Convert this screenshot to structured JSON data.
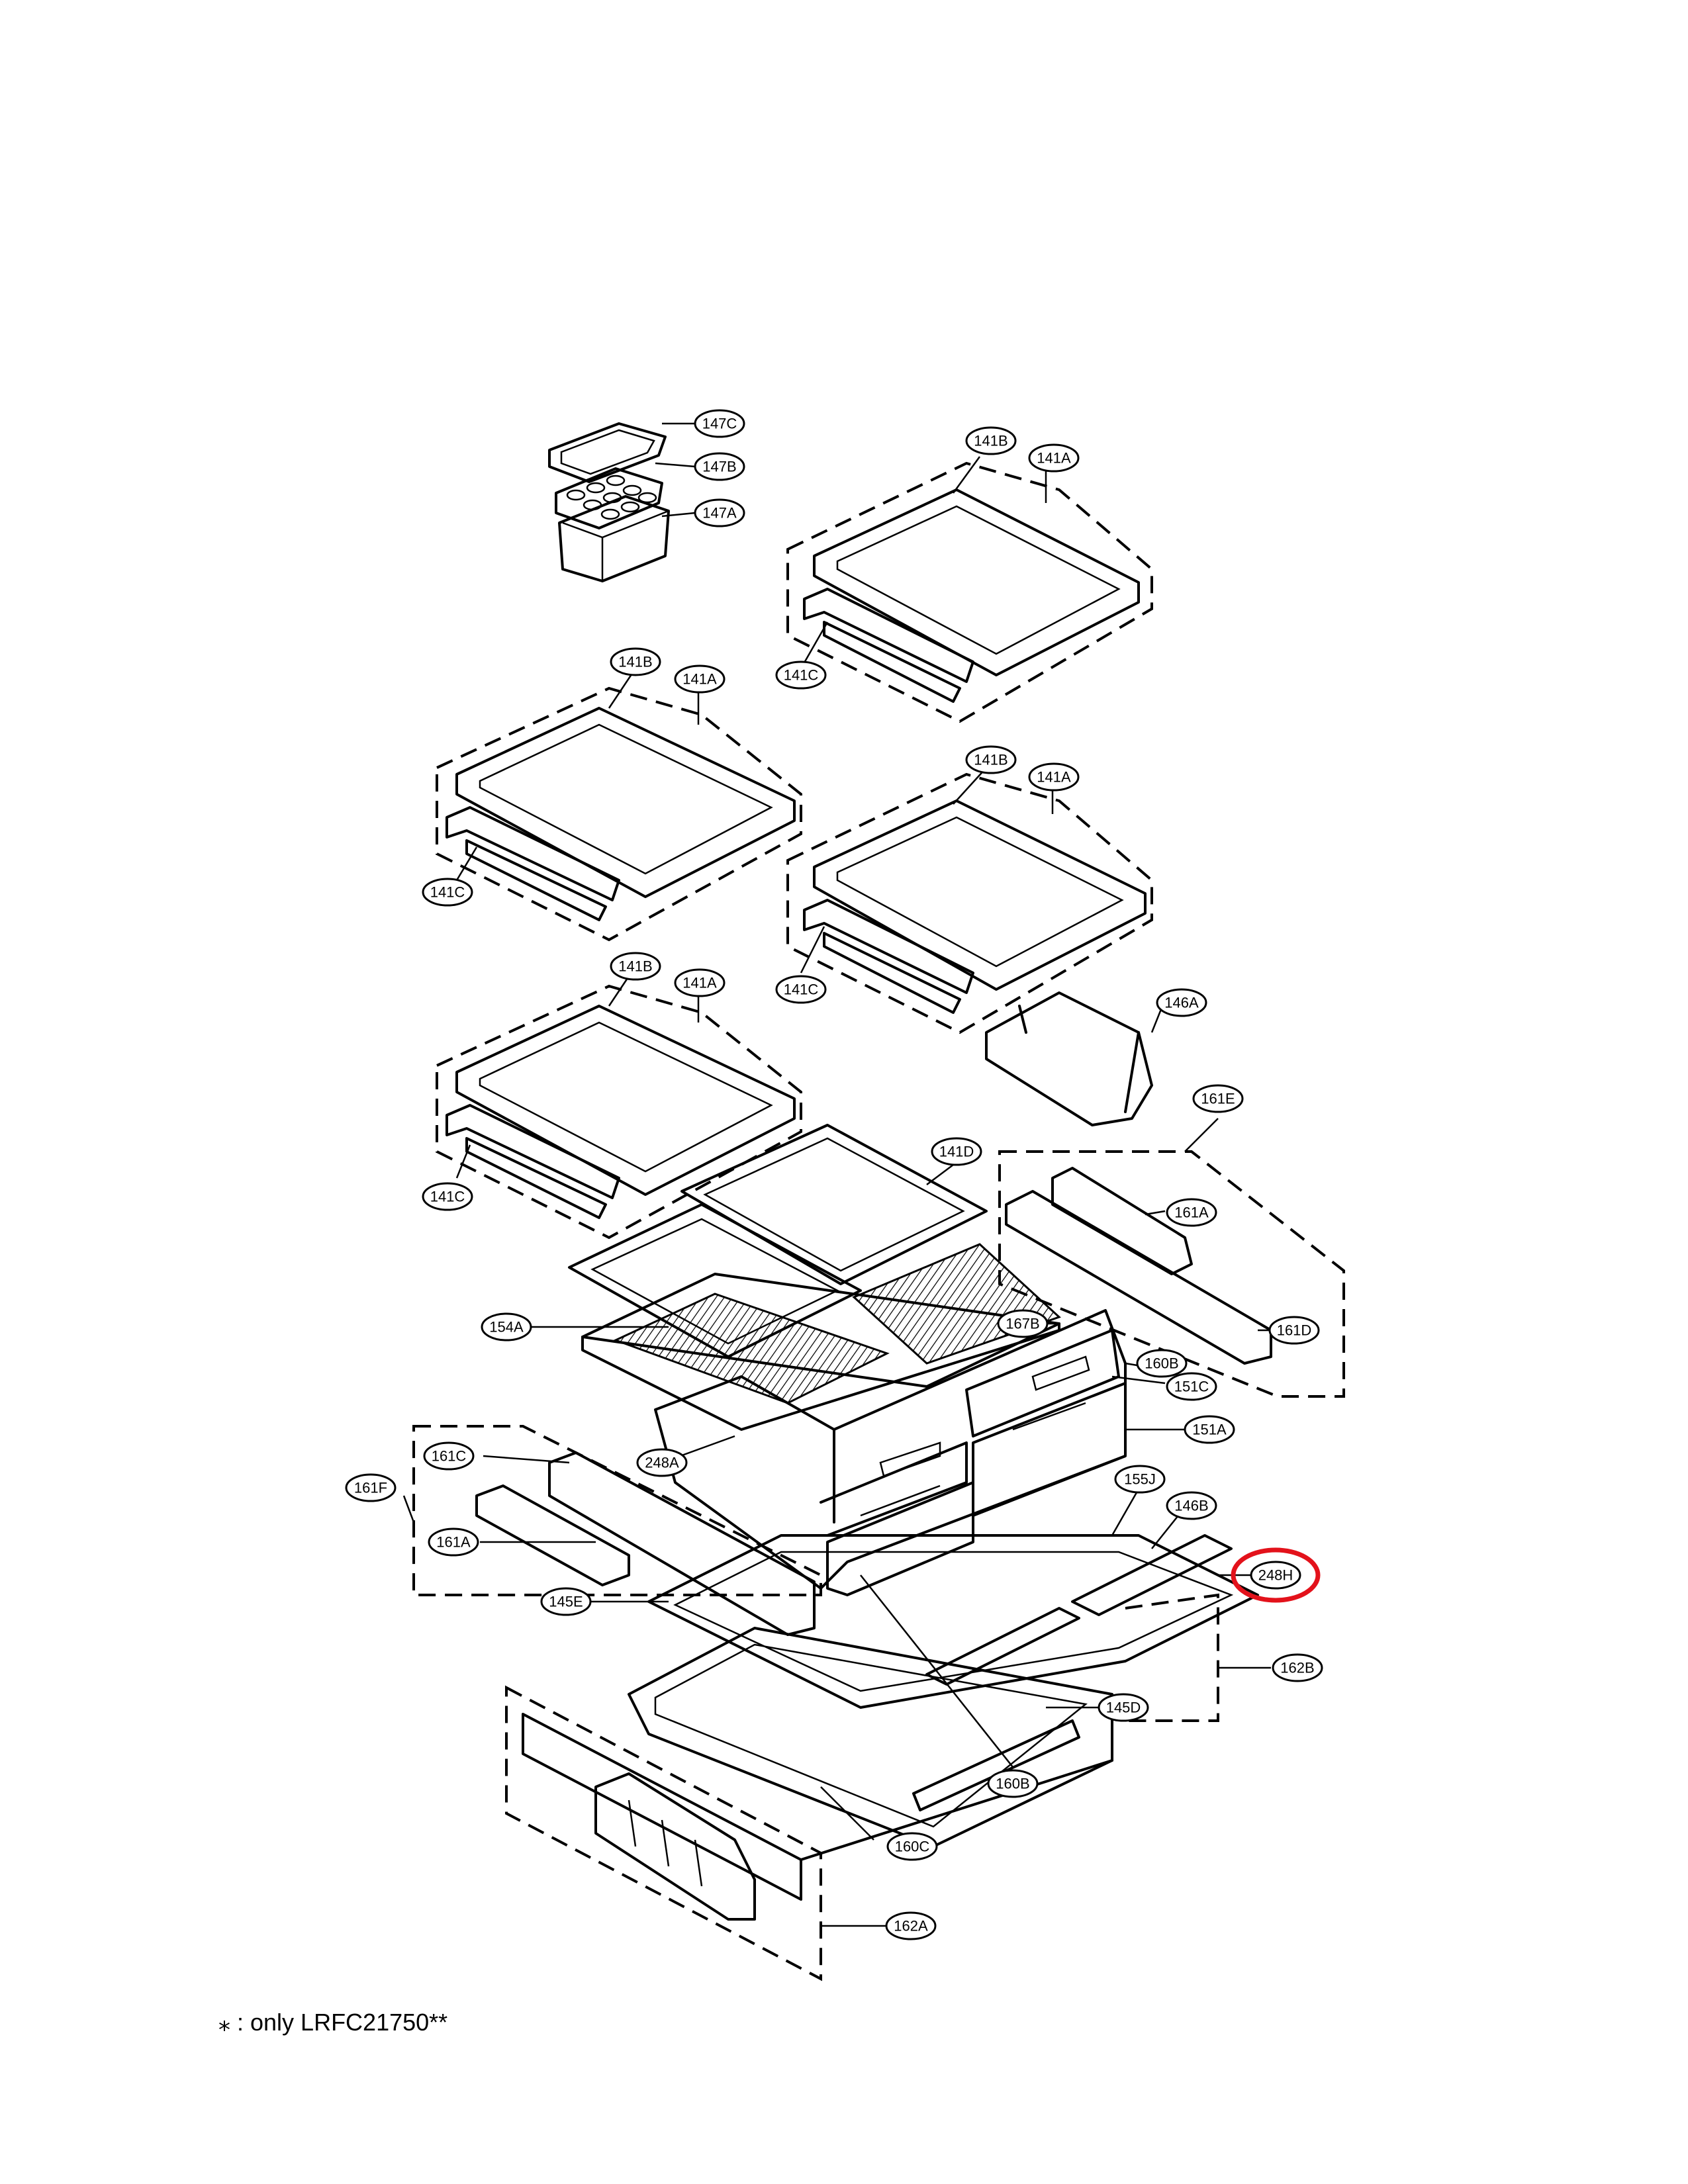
{
  "callouts": [
    {
      "label": "147C"
    },
    {
      "label": "147B"
    },
    {
      "label": "147A"
    },
    {
      "label": "141B"
    },
    {
      "label": "141A"
    },
    {
      "label": "141C"
    },
    {
      "label": "141B"
    },
    {
      "label": "141A"
    },
    {
      "label": "141C"
    },
    {
      "label": "141B"
    },
    {
      "label": "141A"
    },
    {
      "label": "141C"
    },
    {
      "label": "141B"
    },
    {
      "label": "141A"
    },
    {
      "label": "141C"
    },
    {
      "label": "146A"
    },
    {
      "label": "161E"
    },
    {
      "label": "141D"
    },
    {
      "label": "161A"
    },
    {
      "label": "161D"
    },
    {
      "label": "154A"
    },
    {
      "label": "167B"
    },
    {
      "label": "160B"
    },
    {
      "label": "151C"
    },
    {
      "label": "151A"
    },
    {
      "label": "248A"
    },
    {
      "label": "161C"
    },
    {
      "label": "161F"
    },
    {
      "label": "161A"
    },
    {
      "label": "155J"
    },
    {
      "label": "146B"
    },
    {
      "label": "248H"
    },
    {
      "label": "145E"
    },
    {
      "label": "162B"
    },
    {
      "label": "145D"
    },
    {
      "label": "160B"
    },
    {
      "label": "160C"
    },
    {
      "label": "162A"
    }
  ],
  "highlight": {
    "label": "248H",
    "color": "#e3121b"
  },
  "footnote": {
    "marker": "⁎",
    "text": " : only LRFC21750**"
  }
}
